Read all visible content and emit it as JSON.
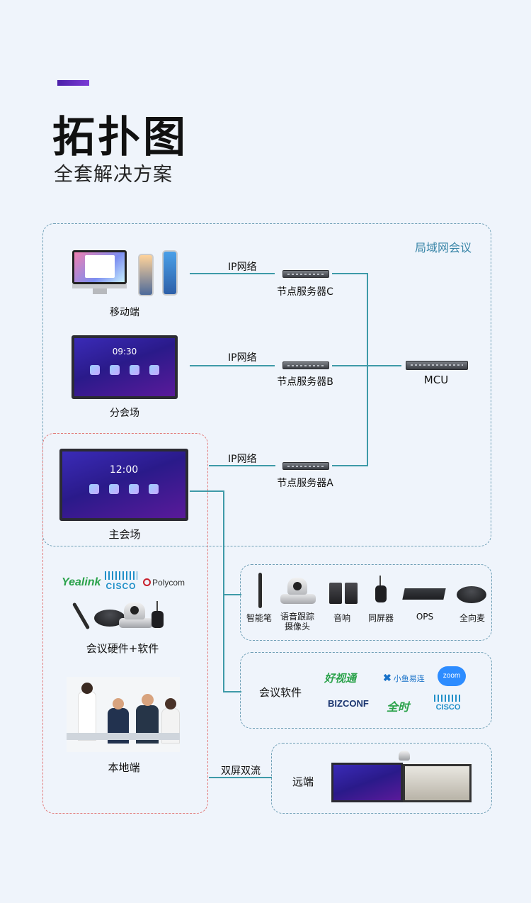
{
  "header": {
    "title": "拓扑图",
    "subtitle": "全套解决方案"
  },
  "lan": {
    "label": "局域网会议"
  },
  "network": {
    "ip_label_c": "IP网络",
    "ip_label_b": "IP网络",
    "ip_label_a": "IP网络",
    "server_c": "节点服务器C",
    "server_b": "节点服务器B",
    "server_a": "节点服务器A",
    "mcu": "MCU"
  },
  "endpoints": {
    "mobile": "移动端",
    "branch": "分会场",
    "branch_clock": "09:30",
    "main": "主会场",
    "main_clock": "12:00"
  },
  "main_site": {
    "hardware_label": "会议硬件+软件",
    "hardware_brands": [
      "Yealink",
      "CISCO",
      "Polycom"
    ],
    "local_label": "本地端"
  },
  "peripherals": [
    {
      "label": "智能笔",
      "icon": "smart-pen-icon"
    },
    {
      "label": "语音跟踪\n摄像头",
      "icon": "tracking-camera-icon"
    },
    {
      "label": "音响",
      "icon": "speaker-icon"
    },
    {
      "label": "同屏器",
      "icon": "screen-share-dongle-icon"
    },
    {
      "label": "OPS",
      "icon": "ops-module-icon"
    },
    {
      "label": "全向麦",
      "icon": "omni-mic-icon"
    }
  ],
  "software": {
    "label": "会议软件",
    "logos": [
      "好视通",
      "小鱼易连",
      "zoom",
      "BIZCONF",
      "全时",
      "CISCO"
    ]
  },
  "remote": {
    "link_label": "双屏双流",
    "label": "远端"
  },
  "colors": {
    "accent": "#5a2bc0",
    "line": "#3e9aa8",
    "lan_border": "#6f9fb6",
    "main_border": "#e27a7a"
  }
}
